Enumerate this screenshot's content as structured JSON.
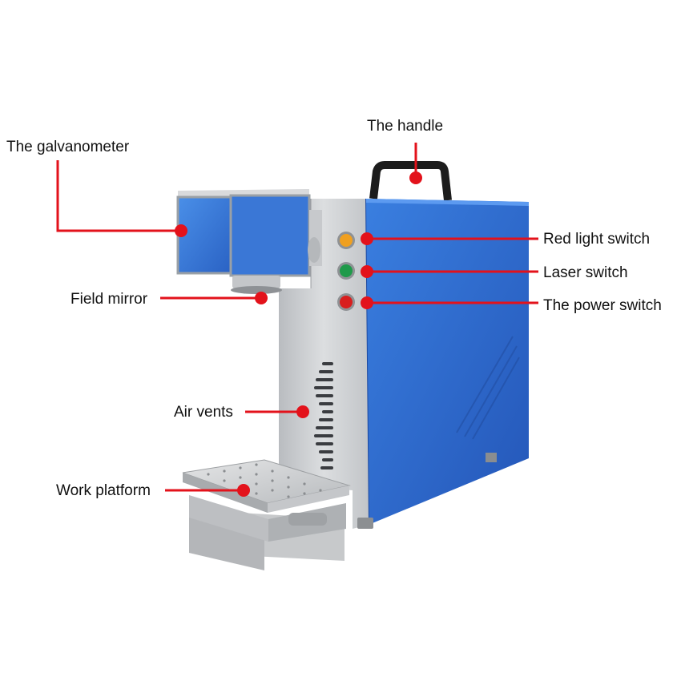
{
  "labels": {
    "handle": "The handle",
    "galvanometer": "The galvanometer",
    "red_light_switch": "Red light switch",
    "laser_switch": "Laser switch",
    "power_switch": "The power switch",
    "field_mirror": "Field mirror",
    "air_vents": "Air vents",
    "work_platform": "Work platform"
  },
  "colors": {
    "callout": "#e3121b",
    "cabinet_blue": "#2f6fd0",
    "steel": "#c9cccf",
    "red_light_button": "#f0a020",
    "laser_button": "#1f9a4a",
    "power_button": "#d81e1e"
  }
}
